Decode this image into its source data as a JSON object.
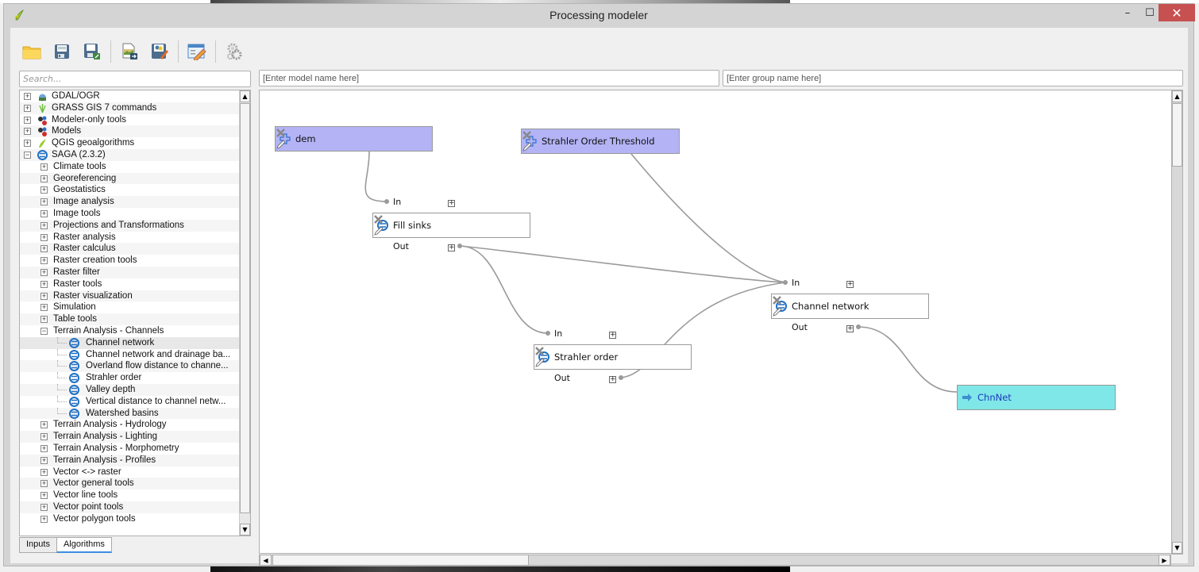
{
  "window": {
    "title": "Processing modeler",
    "minimize": "–",
    "maximize": "☐",
    "close": "✕",
    "accent": "#c75050"
  },
  "toolbar": {
    "buttons": [
      {
        "name": "open-model",
        "icon": "folder-icon"
      },
      {
        "name": "save-model",
        "icon": "save-icon"
      },
      {
        "name": "save-as-model",
        "icon": "save-as-icon"
      },
      {
        "name": "export-image",
        "icon": "export-image-icon"
      },
      {
        "name": "export-python",
        "icon": "export-python-icon"
      },
      {
        "name": "edit-help",
        "icon": "edit-help-icon"
      },
      {
        "name": "run-model",
        "icon": "gears-icon"
      }
    ]
  },
  "search": {
    "placeholder": "Search..."
  },
  "model_name": {
    "placeholder": "[Enter model name here]",
    "value": ""
  },
  "group_name": {
    "placeholder": "[Enter group name here]",
    "value": ""
  },
  "tree": {
    "top_items": [
      {
        "label": "GDAL/OGR",
        "icon": "gdal-icon",
        "expanded": false
      },
      {
        "label": "GRASS GIS 7 commands",
        "icon": "grass-icon",
        "expanded": false
      },
      {
        "label": "Modeler-only tools",
        "icon": "modeler-icon",
        "expanded": false
      },
      {
        "label": "Models",
        "icon": "modeler-icon",
        "expanded": false
      },
      {
        "label": "QGIS geoalgorithms",
        "icon": "qgis-icon",
        "expanded": false
      },
      {
        "label": "SAGA (2.3.2)",
        "icon": "saga-icon",
        "expanded": true
      }
    ],
    "saga_groups_before": [
      "Climate tools",
      "Georeferencing",
      "Geostatistics",
      "Image analysis",
      "Image tools",
      "Projections and Transformations",
      "Raster analysis",
      "Raster calculus",
      "Raster creation tools",
      "Raster filter",
      "Raster tools",
      "Raster visualization",
      "Simulation",
      "Table tools"
    ],
    "expanded_group": "Terrain Analysis - Channels",
    "channel_algorithms": [
      "Channel network",
      "Channel network and drainage ba...",
      "Overland flow distance to channe...",
      "Strahler order",
      "Valley depth",
      "Vertical distance to channel netw...",
      "Watershed basins"
    ],
    "selected_algorithm": "Channel network",
    "saga_groups_after": [
      "Terrain Analysis - Hydrology",
      "Terrain Analysis - Lighting",
      "Terrain Analysis - Morphometry",
      "Terrain Analysis - Profiles",
      "Vector <-> raster",
      "Vector general tools",
      "Vector line tools",
      "Vector point tools",
      "Vector polygon tools"
    ]
  },
  "tabs": [
    {
      "label": "Inputs",
      "active": false
    },
    {
      "label": "Algorithms",
      "active": true
    }
  ],
  "model": {
    "inputs": [
      {
        "id": "dem",
        "label": "dem"
      },
      {
        "id": "threshold",
        "label": "Strahler Order Threshold"
      }
    ],
    "algorithms": [
      {
        "id": "fill",
        "label": "Fill sinks",
        "in": "In",
        "out": "Out"
      },
      {
        "id": "strahler",
        "label": "Strahler order",
        "in": "In",
        "out": "Out"
      },
      {
        "id": "channel",
        "label": "Channel network",
        "in": "In",
        "out": "Out"
      }
    ],
    "outputs": [
      {
        "id": "chnnet",
        "label": "ChnNet"
      }
    ],
    "links": [
      {
        "from": "dem",
        "to": "fill.In"
      },
      {
        "from": "fill.Out",
        "to": "strahler.In"
      },
      {
        "from": "fill.Out",
        "to": "channel.In"
      },
      {
        "from": "threshold",
        "to": "channel.In"
      },
      {
        "from": "strahler.Out",
        "to": "channel.In"
      },
      {
        "from": "channel.Out",
        "to": "chnnet"
      }
    ],
    "colors": {
      "input": "#b3b3f5",
      "output": "#7fe7e7",
      "link": "#9a9a9a",
      "output_text": "#1d3bbf"
    }
  }
}
